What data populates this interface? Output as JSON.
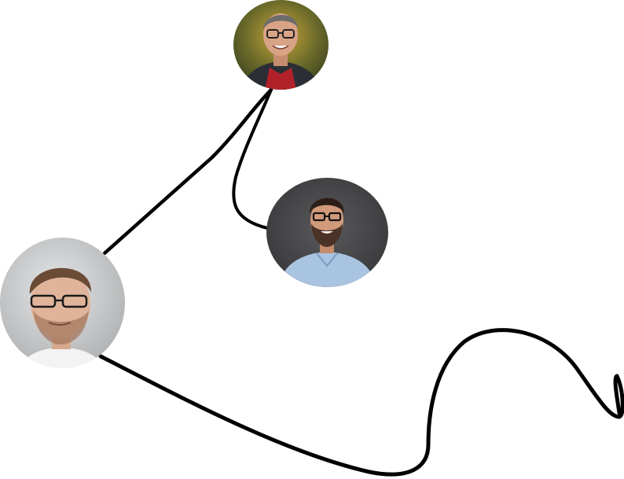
{
  "nodes": [
    {
      "id": "person-top",
      "portrait": "older-man-glasses-red-shirt-dark-jacket",
      "background": "#6b6a2a"
    },
    {
      "id": "person-middle",
      "portrait": "bearded-man-glasses-light-blue-shirt",
      "background": "#4a4a4c"
    },
    {
      "id": "person-left",
      "portrait": "young-man-glasses-white-tshirt",
      "background": "#bfc1c3"
    }
  ],
  "colors": {
    "line": "#000000",
    "background": "#ffffff"
  }
}
